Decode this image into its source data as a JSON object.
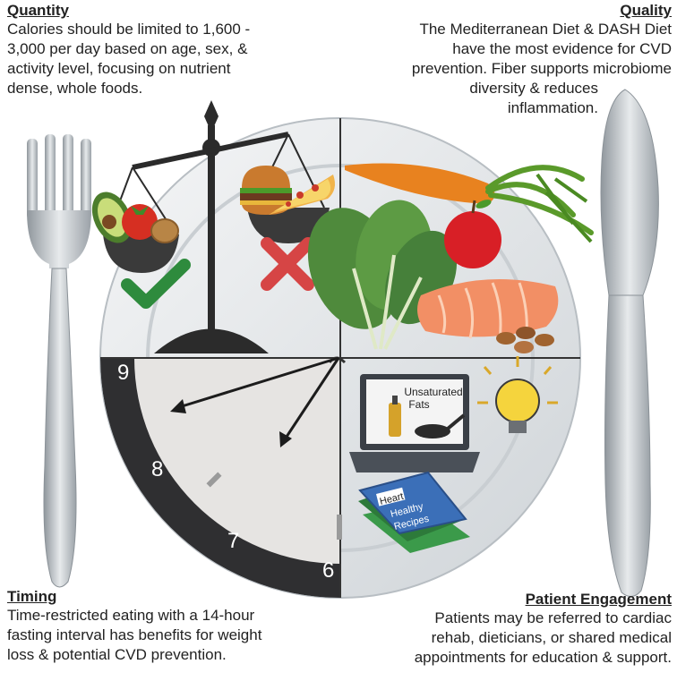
{
  "quantity": {
    "heading": "Quantity",
    "lines": [
      "Calories should be limited to 1,600 -",
      "3,000 per day based on age, sex, &",
      "activity level, focusing on nutrient",
      "dense, whole foods."
    ]
  },
  "quality": {
    "heading": "Quality",
    "lines": [
      "The Mediterranean Diet & DASH Diet",
      "have the most evidence for CVD",
      "prevention. Fiber supports microbiome",
      "diversity & reduces",
      "inflammation."
    ]
  },
  "timing": {
    "heading": "Timing",
    "lines": [
      "Time-restricted eating with a 14-hour",
      "fasting interval has benefits for weight",
      "loss & potential CVD prevention."
    ]
  },
  "engagement": {
    "heading": "Patient Engagement",
    "lines": [
      "Patients may be referred to cardiac",
      "rehab, dieticians, or shared medical",
      "appointments for education & support."
    ]
  },
  "clock": {
    "numbers": [
      "9",
      "8",
      "7",
      "6"
    ]
  },
  "laptop": {
    "label_line1": "Unsaturated",
    "label_line2": "Fats"
  },
  "book": {
    "line1": "Heart",
    "line2": "Healthy",
    "line3": "Recipes"
  },
  "colors": {
    "check": "#2e8b3d",
    "cross": "#d64545",
    "plate": "#e9ecef",
    "clock_face": "#e6e4e2",
    "clock_rim": "#333333"
  },
  "icons": [
    "fork-icon",
    "knife-icon",
    "balance-scale-icon",
    "check-icon",
    "cross-icon",
    "carrot-icon",
    "apple-icon",
    "salmon-icon",
    "leafy-greens-icon",
    "laptop-icon",
    "lightbulb-icon",
    "book-icon",
    "clock-icon"
  ]
}
